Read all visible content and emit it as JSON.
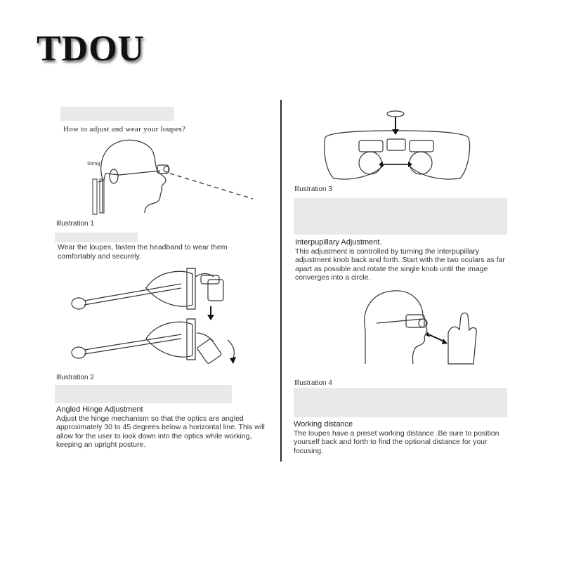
{
  "brand": {
    "name": "TDOU"
  },
  "left_column": {
    "heading": "How to adjust and wear your loupes?",
    "illustration1": {
      "caption": "Illustration 1",
      "string_label": "String",
      "text": "Wear the loupes, fasten the headband to wear them comfortably and securely."
    },
    "illustration2": {
      "caption": "Illustration 2",
      "title": "Angled Hinge Adjustment",
      "text": "Adjust the hinge mechanism so that the optics are angled approximately 30 to 45 degrees below  a horizontal line. This will allow for the user to look down into the optics while working, keeping an upright posture."
    }
  },
  "right_column": {
    "illustration3": {
      "caption": "Illustration 3",
      "title": "Interpupillary Adjustment.",
      "text": "This adjustment is controlled by turning the interpupillary adjustment knob back and forth. Start with the two oculars as far apart as possible and rotate the single knob until the image converges into a circle."
    },
    "illustration4": {
      "caption": "Illustration 4",
      "title": "Working distance",
      "text": "The loupes have a preset working distance .Be sure to position yourself back and forth to find the optional distance for your focusing."
    }
  }
}
